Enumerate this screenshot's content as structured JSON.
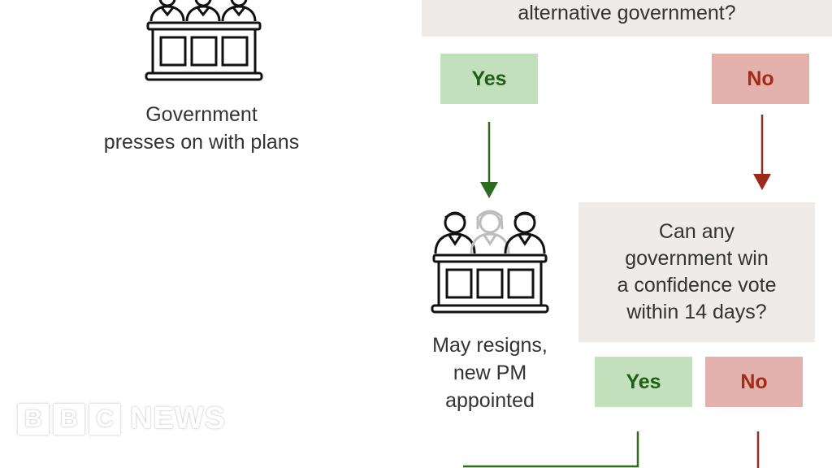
{
  "top_question": {
    "text": "alternative government?"
  },
  "branch_top": {
    "yes_label": "Yes",
    "no_label": "No"
  },
  "outcome_left": {
    "text": "Government\npresses on with plans"
  },
  "outcome_middle": {
    "text": "May resigns,\nnew PM\nappointed"
  },
  "question_confidence": {
    "text": "Can any\ngovernment win\na confidence vote\nwithin 14 days?"
  },
  "branch_bottom": {
    "yes_label": "Yes",
    "no_label": "No"
  },
  "logo": {
    "letters": [
      "B",
      "B",
      "C"
    ],
    "news": "NEWS"
  },
  "colors": {
    "yes_fill": "#c2e0bb",
    "yes_text": "#1f5e17",
    "yes_arrow": "#2e6a1f",
    "no_fill": "#e4b2ad",
    "no_text": "#a52a17",
    "no_arrow": "#9a2a1c",
    "question_fill": "#eeebe8"
  },
  "icons": [
    "parliament-bench-icon",
    "parliament-bench-faded-member-icon"
  ]
}
